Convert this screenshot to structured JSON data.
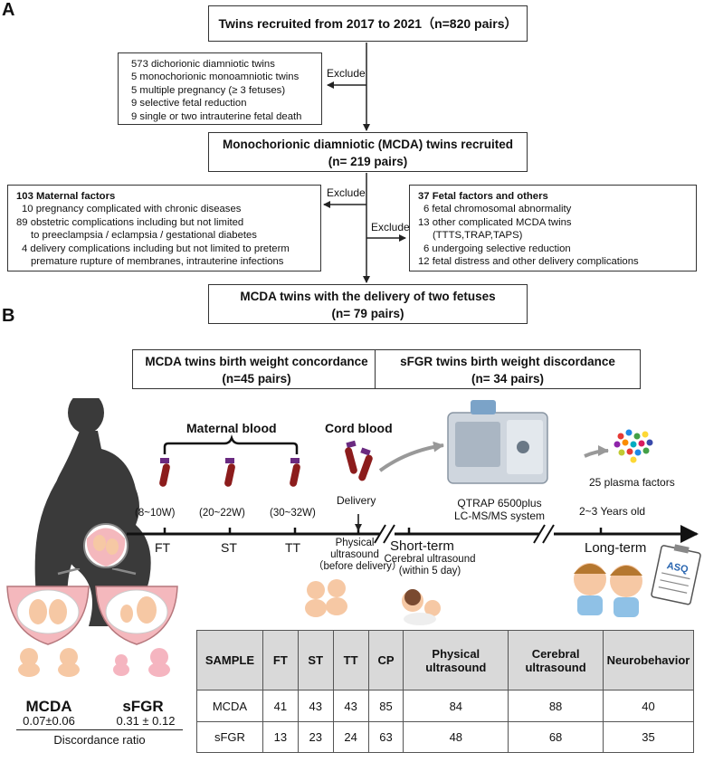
{
  "panels": {
    "a": "A",
    "b": "B"
  },
  "flow": {
    "recruited": "Twins recruited from 2017 to 2021（n=820 pairs）",
    "exclude1": {
      "label": "Exclude",
      "lines": [
        "573 dichorionic diamniotic twins",
        "5 monochorionic monoamniotic twins",
        "5 multiple pregnancy (≥ 3 fetuses)",
        "9 selective fetal reduction",
        "9 single or two intrauterine fetal death"
      ]
    },
    "mcda": {
      "title": "Monochorionic diamniotic (MCDA) twins recruited",
      "count": "(n= 219 pairs)"
    },
    "maternal": {
      "label": "Exclude",
      "title": "103 Maternal factors",
      "lines": [
        "10 pregnancy complicated with chronic diseases",
        "89 obstetric complications including but not limited",
        "to preeclampsia / eclampsia / gestational diabetes",
        "4 delivery complications including but not limited to preterm",
        "premature rupture of membranes, intrauterine infections"
      ]
    },
    "fetal": {
      "label": "Exclude",
      "title": "37 Fetal factors and others",
      "lines": [
        "6 fetal chromosomal abnormality",
        "13 other complicated MCDA twins",
        "(TTTS,TRAP,TAPS)",
        "6 undergoing selective reduction",
        "12 fetal distress and other delivery complications"
      ]
    },
    "delivery": {
      "title": "MCDA twins with the delivery of two fetuses",
      "count": "(n= 79 pairs)"
    },
    "concordance": {
      "title": "MCDA twins birth weight concordance",
      "count": "(n=45 pairs)"
    },
    "discordance": {
      "title": "sFGR twins birth weight discordance",
      "count": "(n= 34 pairs)"
    }
  },
  "timeline": {
    "maternal_blood": "Maternal blood",
    "cord_blood": "Cord blood",
    "delivery": "Delivery",
    "windows": [
      "(8~10W)",
      "(20~22W)",
      "(30~32W)"
    ],
    "points": [
      "FT",
      "ST",
      "TT"
    ],
    "physical": [
      "Physical",
      "ultrasound",
      "（before delivery）"
    ],
    "short_term": "Short-term",
    "cerebral": [
      "Cerebral ultrasound",
      "(within 5 day)"
    ],
    "long_term": "Long-term",
    "years": "2~3 Years old",
    "machine": [
      "QTRAP 6500plus",
      "LC-MS/MS system"
    ],
    "plasma": "25 plasma factors",
    "asq": "ASQ"
  },
  "groups": {
    "mcda": {
      "name": "MCDA",
      "ratio": "0.07±0.06"
    },
    "sfgr": {
      "name": "sFGR",
      "ratio": "0.31 ± 0.12"
    },
    "caption": "Discordance ratio"
  },
  "table": {
    "headers": [
      "SAMPLE",
      "FT",
      "ST",
      "TT",
      "CP",
      "Physical ultrasound",
      "Cerebral ultrasound",
      "Neurobehavior"
    ],
    "rows": [
      [
        "MCDA",
        "41",
        "43",
        "43",
        "85",
        "84",
        "88",
        "40"
      ],
      [
        "sFGR",
        "13",
        "23",
        "24",
        "63",
        "48",
        "68",
        "35"
      ]
    ]
  },
  "colors": {
    "line": "#222222",
    "silhouette": "#3a3a3a",
    "tube": "#8c1c1c",
    "tube_cap": "#6a2a80",
    "uterus": "#f4b8bd",
    "skin": "#f6c8a4",
    "header_bg": "#d9d9d9"
  }
}
